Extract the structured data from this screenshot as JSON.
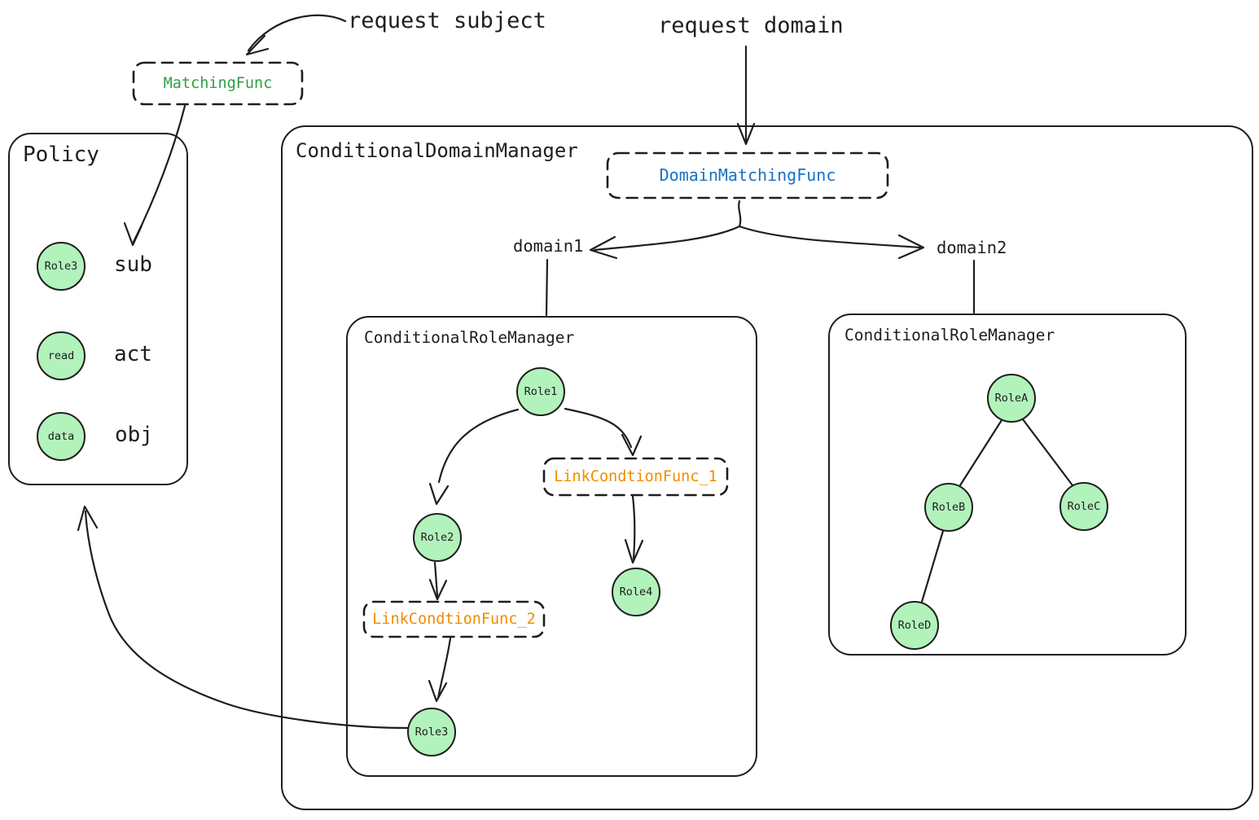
{
  "annotations": {
    "request_subject": "request subject",
    "request_domain": "request domain",
    "domain1": "domain1",
    "domain2": "domain2"
  },
  "matching_func": "MatchingFunc",
  "policy": {
    "title": "Policy",
    "rows": [
      {
        "node": "Role3",
        "label": "sub"
      },
      {
        "node": "read",
        "label": "act"
      },
      {
        "node": "data",
        "label": "obj"
      }
    ]
  },
  "conditional_domain_manager": {
    "title": "ConditionalDomainManager",
    "domain_matching_func": "DomainMatchingFunc",
    "role_manager_domain1": {
      "title": "ConditionalRoleManager",
      "nodes": {
        "role1": "Role1",
        "role2": "Role2",
        "role3": "Role3",
        "role4": "Role4"
      },
      "link_condition_func_1": "LinkCondtionFunc_1",
      "link_condition_func_2": "LinkCondtionFunc_2",
      "edges": [
        {
          "from": "Role1",
          "to": "Role2"
        },
        {
          "from": "Role1",
          "to": "LinkCondtionFunc_1"
        },
        {
          "from": "LinkCondtionFunc_1",
          "to": "Role4"
        },
        {
          "from": "Role2",
          "to": "LinkCondtionFunc_2"
        },
        {
          "from": "LinkCondtionFunc_2",
          "to": "Role3"
        }
      ]
    },
    "role_manager_domain2": {
      "title": "ConditionalRoleManager",
      "nodes": {
        "roleA": "RoleA",
        "roleB": "RoleB",
        "roleC": "RoleC",
        "roleD": "RoleD"
      },
      "edges": [
        {
          "from": "RoleA",
          "to": "RoleB"
        },
        {
          "from": "RoleA",
          "to": "RoleC"
        },
        {
          "from": "RoleB",
          "to": "RoleD"
        }
      ]
    }
  },
  "other_edges": [
    {
      "from": "request subject",
      "to": "MatchingFunc"
    },
    {
      "from": "MatchingFunc",
      "to": "sub"
    },
    {
      "from": "request domain",
      "to": "DomainMatchingFunc"
    },
    {
      "from": "DomainMatchingFunc",
      "to": "domain1"
    },
    {
      "from": "DomainMatchingFunc",
      "to": "domain2"
    },
    {
      "from": "Role3",
      "to": "Policy"
    }
  ],
  "colors": {
    "stroke": "#1e1e1e",
    "node_fill": "#b2f2bb",
    "matching_func_text": "#2f9e44",
    "domain_matching_func_text": "#1971c2",
    "link_condition_func_text": "#f08c00"
  }
}
